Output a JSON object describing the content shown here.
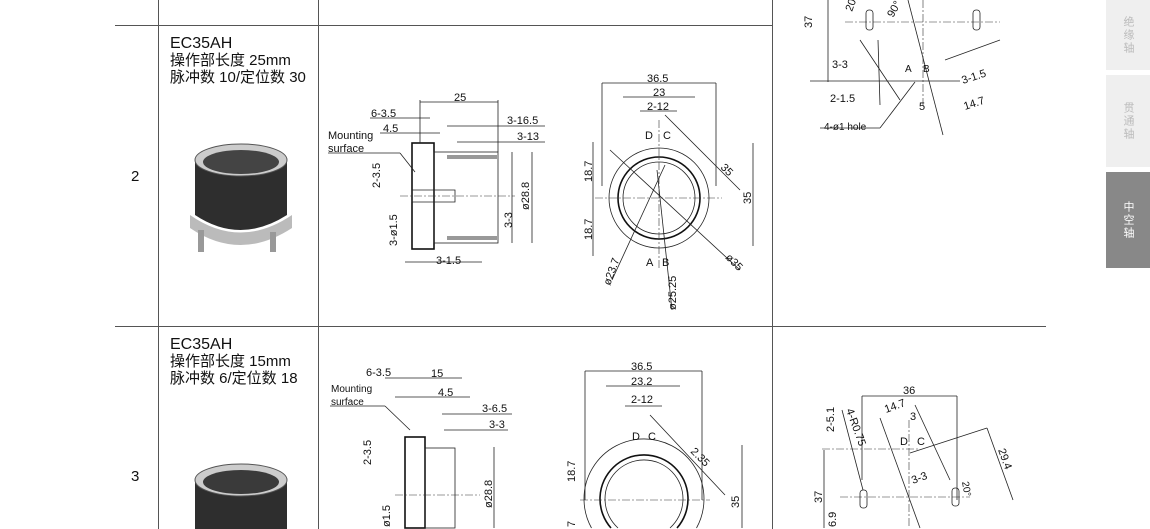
{
  "sidebar": {
    "tabs": [
      {
        "label": "绝缘轴",
        "active": false
      },
      {
        "label": "贯通轴",
        "active": false
      },
      {
        "label": "中空轴",
        "active": true
      }
    ]
  },
  "rows": [
    {
      "number": "",
      "right_drawing": [
        "37",
        "20",
        "90°",
        "3-3",
        "A",
        "B",
        "3-1.5",
        "2-1.5",
        "5",
        "14.7",
        "4-ø1 hole"
      ]
    },
    {
      "number": "2",
      "model": "EC35AH",
      "spec1": "操作部长度 25mm",
      "spec2": "脉冲数 10/定位数 30",
      "side_drawing": [
        "25",
        "6-3.5",
        "4.5",
        "Mounting",
        "surface",
        "3-16.5",
        "3-13",
        "2-3.5",
        "3-ø1.5",
        "3-1.5",
        "ø28.8",
        "3-3"
      ],
      "front_drawing": [
        "36.5",
        "23",
        "2-12",
        "D",
        "C",
        "18.7",
        "18.7",
        "35",
        "35",
        "ø23.7",
        "A",
        "B",
        "ø25.25",
        "ø35"
      ]
    },
    {
      "number": "3",
      "model": "EC35AH",
      "spec1": "操作部长度 15mm",
      "spec2": "脉冲数 6/定位数 18",
      "side_drawing": [
        "6-3.5",
        "15",
        "Mounting",
        "surface",
        "4.5",
        "3-6.5",
        "3-3",
        "2-3.5",
        "ø28.8",
        "ø1.5"
      ],
      "front_drawing": [
        "36.5",
        "23.2",
        "2-12",
        "D",
        "C",
        "2.35",
        "35",
        "18.7",
        "7"
      ],
      "right_drawing": [
        "36",
        "14.7",
        "3",
        "2-5.1",
        "4-R0.75",
        "D",
        "C",
        "29.4",
        "3-3",
        "20°",
        "37",
        "6.9"
      ]
    }
  ]
}
